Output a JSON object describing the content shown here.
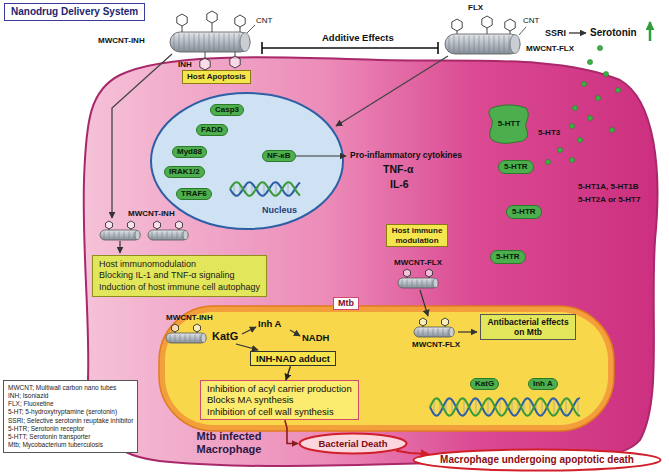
{
  "diagram": {
    "nodes": [
      {
        "text": [
          "Nanodrug Delivery System"
        ]
      },
      {
        "text": [
          "Mtb infected Macrophage"
        ]
      },
      {
        "text": [
          "Host Apoptosis"
        ],
        "in": 1
      },
      {
        "text": [
          "Nucleus"
        ],
        "in": 1
      },
      {
        "text": [
          "Casp3"
        ],
        "in": 3
      },
      {
        "text": [
          "FADD"
        ],
        "in": 3
      },
      {
        "text": [
          "Myd88"
        ],
        "in": 3
      },
      {
        "text": [
          "IRAK1/2"
        ],
        "in": 3
      },
      {
        "text": [
          "TRAF6"
        ],
        "in": 3
      },
      {
        "text": [
          "NF-κB"
        ],
        "in": 3
      },
      {
        "text": [
          "5-HTT"
        ],
        "in": 1
      },
      {
        "text": [
          "5-HTR"
        ],
        "in": 1
      },
      {
        "text": [
          "5-HTR"
        ],
        "in": 1
      },
      {
        "text": [
          "5-HTR"
        ],
        "in": 1
      },
      {
        "text": [
          "Host immunomodulation",
          "Blocking IL-1 and TNF-α signaling",
          "Induction of host immune cell autophagy"
        ],
        "in": 1
      },
      {
        "text": [
          "Host immune modulation"
        ],
        "in": 1
      },
      {
        "text": [
          "Mtb"
        ],
        "in": 1
      },
      {
        "text": [
          "INH-NAD adduct"
        ],
        "in": 16
      },
      {
        "text": [
          "Inhibition of acyl carrier production",
          "Blocks MA synthesis",
          "Inhibition of cell wall synthesis"
        ],
        "in": 16
      },
      {
        "text": [
          "Antibacterial effects on Mtb"
        ],
        "in": 16
      },
      {
        "text": [
          "KatG"
        ],
        "in": 16
      },
      {
        "text": [
          "Inh A"
        ],
        "in": 16
      },
      {
        "text": [
          "Bacterial Death"
        ],
        "in": 1
      },
      {
        "text": [
          "Macrophage undergoing apoptotic death"
        ]
      },
      {
        "text": [
          "MWCNT; Multiwall carbon nano tubes",
          "INH; Isoniazid",
          "FLX; Fluoxetine",
          "5-HT; 5-hydroxytryptamine (serotonin)",
          "SSRI; Selective serotonin reuptake inhibitor",
          "5-HTR; Serotonin receptor",
          "5-HTT; Serotonin transporter",
          "Mtb; Mycobacterium tuberculosis"
        ]
      }
    ],
    "edges": [
      {
        "from": 17,
        "to": 18,
        "arrow": "to"
      },
      {
        "from": 18,
        "to": 22,
        "arrow": "to"
      },
      {
        "from": 22,
        "to": 23,
        "arrow": "to"
      }
    ],
    "labels": [
      "MWCNT-INH",
      "CNT",
      "INH",
      "Additive Effects",
      "MWCNT-FLX",
      "FLX",
      "CNT",
      "SSRI",
      "Serotonin",
      "Pro-inflammatory cytokines",
      "TNF-α",
      "IL-6",
      "5-HT3",
      "5-HT1A, 5-HT1B",
      "5-HT2A or 5-HT7",
      "MWCNT-INH",
      "MWCNT-FLX",
      "MWCNT-INH",
      "KatG",
      "Inh A",
      "NADH",
      "MWCNT-FLX"
    ]
  }
}
